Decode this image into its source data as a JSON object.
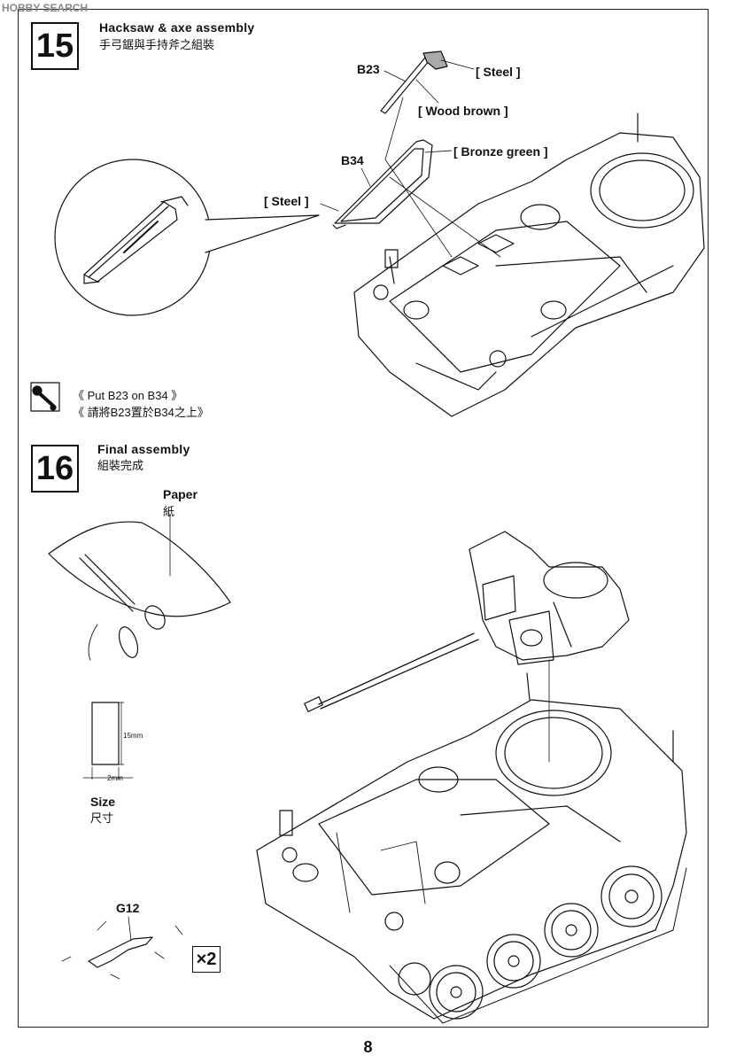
{
  "watermark": "HOBBY SEARCH",
  "page_number": "8",
  "step15": {
    "number": "15",
    "title": "Hacksaw & axe assembly",
    "subtitle": "手弓鋸與手持斧之組裝",
    "parts": {
      "b23": "B23",
      "b34": "B34"
    },
    "colors": {
      "steel_axe": "[ Steel ]",
      "wood_brown": "[ Wood brown ]",
      "bronze_green": "[ Bronze green ]",
      "steel_saw": "[ Steel ]"
    },
    "note_en": "《  Put B23 on B34  》",
    "note_zh": "《  請將B23置於B34之上》",
    "note_icon": "glue-icon"
  },
  "step16": {
    "number": "16",
    "title": "Final assembly",
    "subtitle": "組裝完成",
    "paper_label": "Paper",
    "paper_label_zh": "紙",
    "dim_height": "15mm",
    "dim_width": "2mm",
    "size_label": "Size",
    "size_label_zh": "尺寸",
    "part_g12": "G12",
    "multiplier": "×2"
  }
}
